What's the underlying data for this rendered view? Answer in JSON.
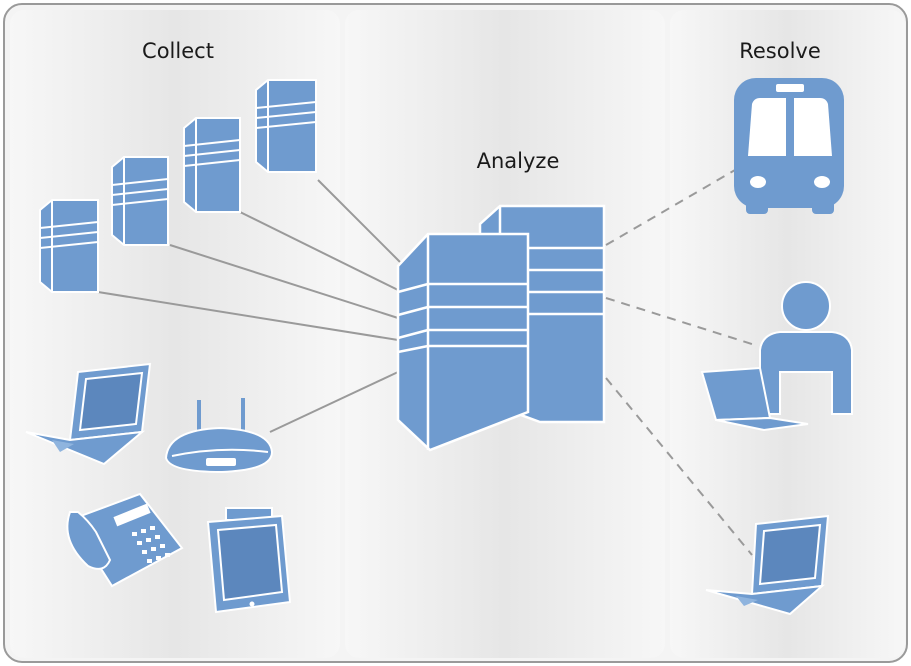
{
  "labels": {
    "collect": "Collect",
    "analyze": "Analyze",
    "resolve": "Resolve"
  },
  "colors": {
    "device_fill": "#6f9bcf",
    "device_dark": "#5c87bd",
    "device_stroke": "#ffffff",
    "panel_fill": "#ebebeb",
    "frame_stroke": "#9a9a9a",
    "solid_link": "#9a9a9a",
    "dashed_link": "#9a9a9a"
  },
  "icons": {
    "collect": [
      "server-icon",
      "server-icon",
      "server-icon",
      "server-icon",
      "laptop-icon",
      "router-icon",
      "phone-icon",
      "tablet-monitor-icon"
    ],
    "analyze": [
      "server-cluster-icon"
    ],
    "resolve": [
      "bus-icon",
      "person-with-laptop-icon",
      "laptop-icon"
    ]
  }
}
